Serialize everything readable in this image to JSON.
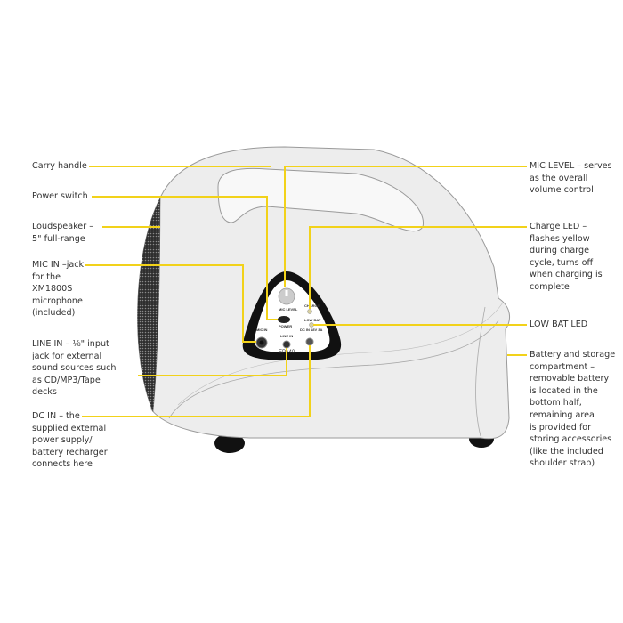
{
  "callouts_left": {
    "carry_handle": "Carry handle",
    "power_switch": "Power switch",
    "loudspeaker": "Loudspeaker –\n5\" full-range",
    "mic_in": "MIC IN –jack\nfor the\nXM1800S\nmicrophone\n(included)",
    "line_in": "LINE IN – ⅛\" input\njack for external\nsound sources such\nas CD/MP3/Tape\ndecks",
    "dc_in": "DC IN – the\nsupplied external\npower supply/\nbattery recharger\nconnects here"
  },
  "callouts_right": {
    "mic_level": "MIC LEVEL – serves\nas the overall\nvolume control",
    "charge_led": "Charge LED –\nflashes yellow\nduring charge\ncycle, turns off\nwhen charging is\ncomplete",
    "low_bat_led": "LOW BAT LED",
    "battery": "Battery and storage\ncompartment –\nremovable battery\nis located in the\nbottom half,\nremaining area\nis provided for\nstoring accessories\n(like the included\nshoulder strap)"
  },
  "panel": {
    "mic_level": "MIC LEVEL",
    "power": "POWER",
    "charge": "CHARGE",
    "low_bat": "LOW BAT",
    "dc_in": "DC IN 18V 3A",
    "mic_in": "MIC IN",
    "line_in": "LINE IN",
    "model": "EPA40"
  },
  "colors": {
    "leader": "#f2d21a",
    "body": "#ededed",
    "outline": "#9a9a9a",
    "grille": "#3a3a3a"
  }
}
